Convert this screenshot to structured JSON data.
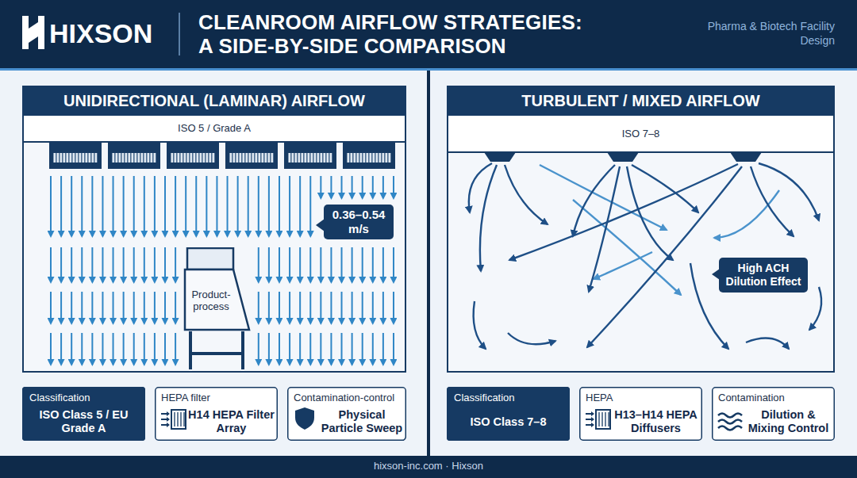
{
  "diagram": {
    "title": "CLEANROOM AIRFLOW STRATEGIES: A SIDE-BY-SIDE COMPARISON",
    "caption": "hixson-inc.com · Hixson",
    "nodes": [
      {
        "text": [
          "UNIDIRECTIONAL (LAMINAR) AIRFLOW"
        ]
      },
      {
        "text": [
          "ISO 5 / Grade A"
        ],
        "in": 0
      },
      {
        "text": [
          "0.36–0.54 m/s"
        ],
        "in": 1
      },
      {
        "text": [
          "Product-process"
        ],
        "in": 1
      },
      {
        "text": [
          "Classification",
          "ISO Class 5 / EU Grade A"
        ]
      },
      {
        "text": [
          "HEPA filter",
          "H14 HEPA Filter Array"
        ]
      },
      {
        "text": [
          "Contamination-control",
          "Physical Particle Sweep"
        ]
      },
      {
        "text": [
          "TURBULENT / MIXED AIRFLOW"
        ]
      },
      {
        "text": [
          "ISO 7–8"
        ],
        "in": 7
      },
      {
        "text": [
          "High ACH Dilution Effect"
        ],
        "in": 8
      },
      {
        "text": [
          "Classification",
          "ISO Class 7–8"
        ]
      },
      {
        "text": [
          "HEPA",
          "H13–H14 HEPA Diffusers"
        ]
      },
      {
        "text": [
          "Contamination",
          "Dilution & Mixing Control"
        ]
      }
    ],
    "labels": [
      "HIXSON",
      "Pharma & Biotech Facility Design"
    ]
  }
}
